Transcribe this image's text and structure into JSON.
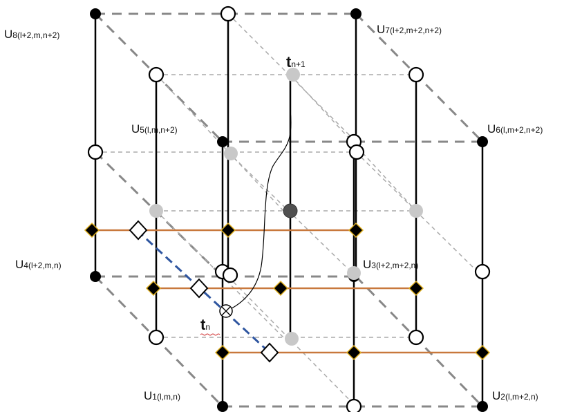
{
  "labels": {
    "u1": {
      "main": "U",
      "num": "1",
      "args": "(l,m,n)"
    },
    "u2": {
      "main": "U",
      "num": "2",
      "args": "(l,m+2,n)"
    },
    "u3": {
      "main": "U",
      "num": "3",
      "args": "(l+2,m+2,n)"
    },
    "u4": {
      "main": "U",
      "num": "4",
      "args": "(l+2,m,n)"
    },
    "u5": {
      "main": "U",
      "num": "5",
      "args": "(l,m,n+2)"
    },
    "u6": {
      "main": "U",
      "num": "6",
      "args": "(l,m+2,n+2)"
    },
    "u7": {
      "main": "U",
      "num": "7",
      "args": "(l+2,m+2,n+2)"
    },
    "u8": {
      "main": "U",
      "num": "8",
      "args": "(l+2,m,n+2)"
    },
    "tn": {
      "main": "t",
      "sub": "n"
    },
    "tn1": {
      "main": "t",
      "sub": "n+1"
    }
  },
  "colors": {
    "edge_dash": "#888888",
    "grid_dash": "#aaaaaa",
    "axis_line": "#000000",
    "orange_line": "#c8783c",
    "blue_dash": "#2f56a0",
    "node_black": "#000000",
    "node_gray": "#c8c8c8",
    "node_dark": "#505050",
    "diamond_fill": "#000000",
    "diamond_stroke": "#e0b020"
  }
}
